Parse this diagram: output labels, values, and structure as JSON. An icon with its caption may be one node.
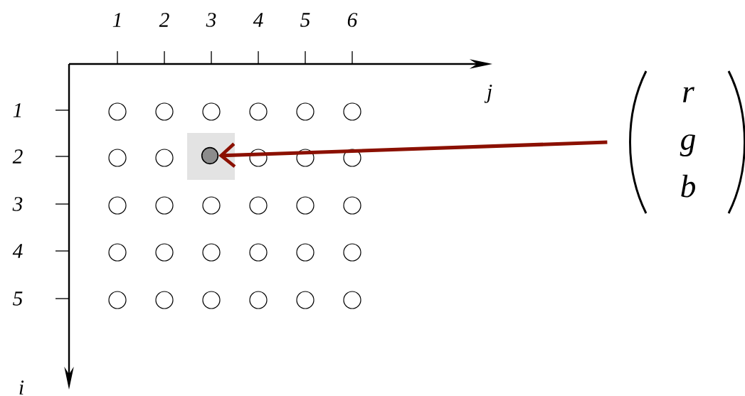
{
  "diagram": {
    "nodes": [
      {
        "text": [
          "r",
          "g",
          "b"
        ]
      },
      {
        "text": [],
        "shape": "circle"
      }
    ],
    "edges": [
      {
        "from": 0,
        "to": 1,
        "arrow": "to",
        "color": "#8b1000"
      }
    ],
    "labels": [
      "1",
      "2",
      "3",
      "4",
      "5",
      "6",
      "j",
      "1",
      "2",
      "3",
      "4",
      "5",
      "i"
    ]
  }
}
